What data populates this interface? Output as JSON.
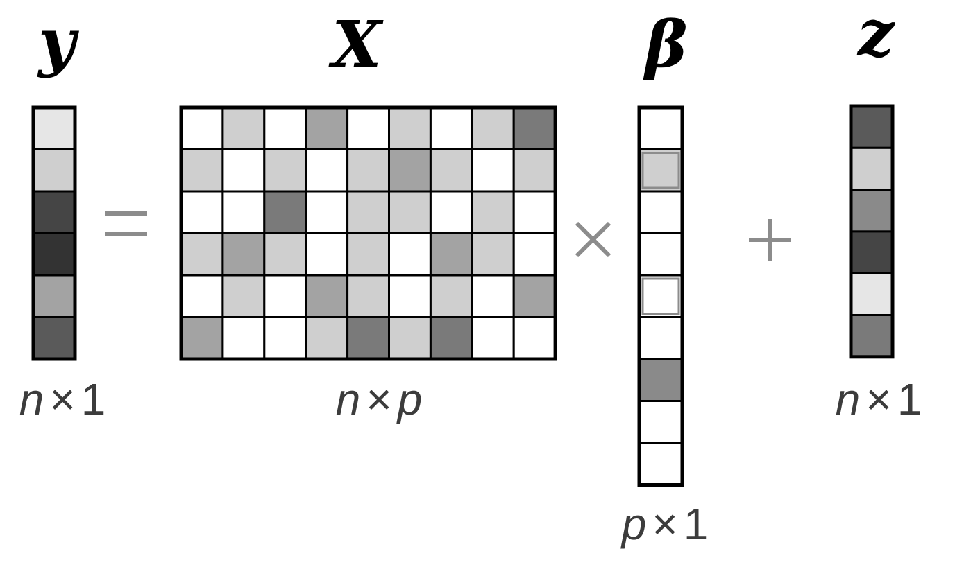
{
  "shade_palette": {
    "W": "#ffffff",
    "L": "#e6e6e6",
    "M": "#cfcfcf",
    "G": "#a3a3a3",
    "N": "#8a8a8a",
    "D": "#7a7a7a",
    "K": "#5a5a5a",
    "X": "#454545",
    "Z": "#333333"
  },
  "y": {
    "symbol": "y",
    "dim": {
      "a": "n",
      "b": "1"
    },
    "cells": [
      "L",
      "M",
      "X",
      "Z",
      "G",
      "K"
    ]
  },
  "X": {
    "symbol": "X",
    "dim": {
      "a": "n",
      "b": "p"
    },
    "cells": [
      [
        "W",
        "M",
        "W",
        "G",
        "W",
        "M",
        "W",
        "M",
        "D"
      ],
      [
        "M",
        "W",
        "M",
        "W",
        "M",
        "G",
        "M",
        "W",
        "M"
      ],
      [
        "W",
        "W",
        "D",
        "W",
        "M",
        "M",
        "W",
        "M",
        "W"
      ],
      [
        "M",
        "G",
        "M",
        "W",
        "M",
        "W",
        "G",
        "M",
        "W"
      ],
      [
        "W",
        "M",
        "W",
        "G",
        "M",
        "W",
        "M",
        "W",
        "G"
      ],
      [
        "G",
        "W",
        "W",
        "M",
        "D",
        "M",
        "D",
        "W",
        "W"
      ]
    ]
  },
  "beta": {
    "symbol": "β",
    "dim": {
      "a": "p",
      "b": "1"
    },
    "cells": [
      "W",
      "M",
      "W",
      "W",
      "W",
      "W",
      "N",
      "W",
      "W"
    ],
    "outlined_cells": [
      1,
      4
    ]
  },
  "z": {
    "symbol": "z",
    "dim": {
      "a": "n",
      "b": "1"
    },
    "cells": [
      "K",
      "M",
      "N",
      "X",
      "L",
      "D"
    ]
  },
  "operators": {
    "equals": "=",
    "times": "×",
    "plus": "+"
  }
}
